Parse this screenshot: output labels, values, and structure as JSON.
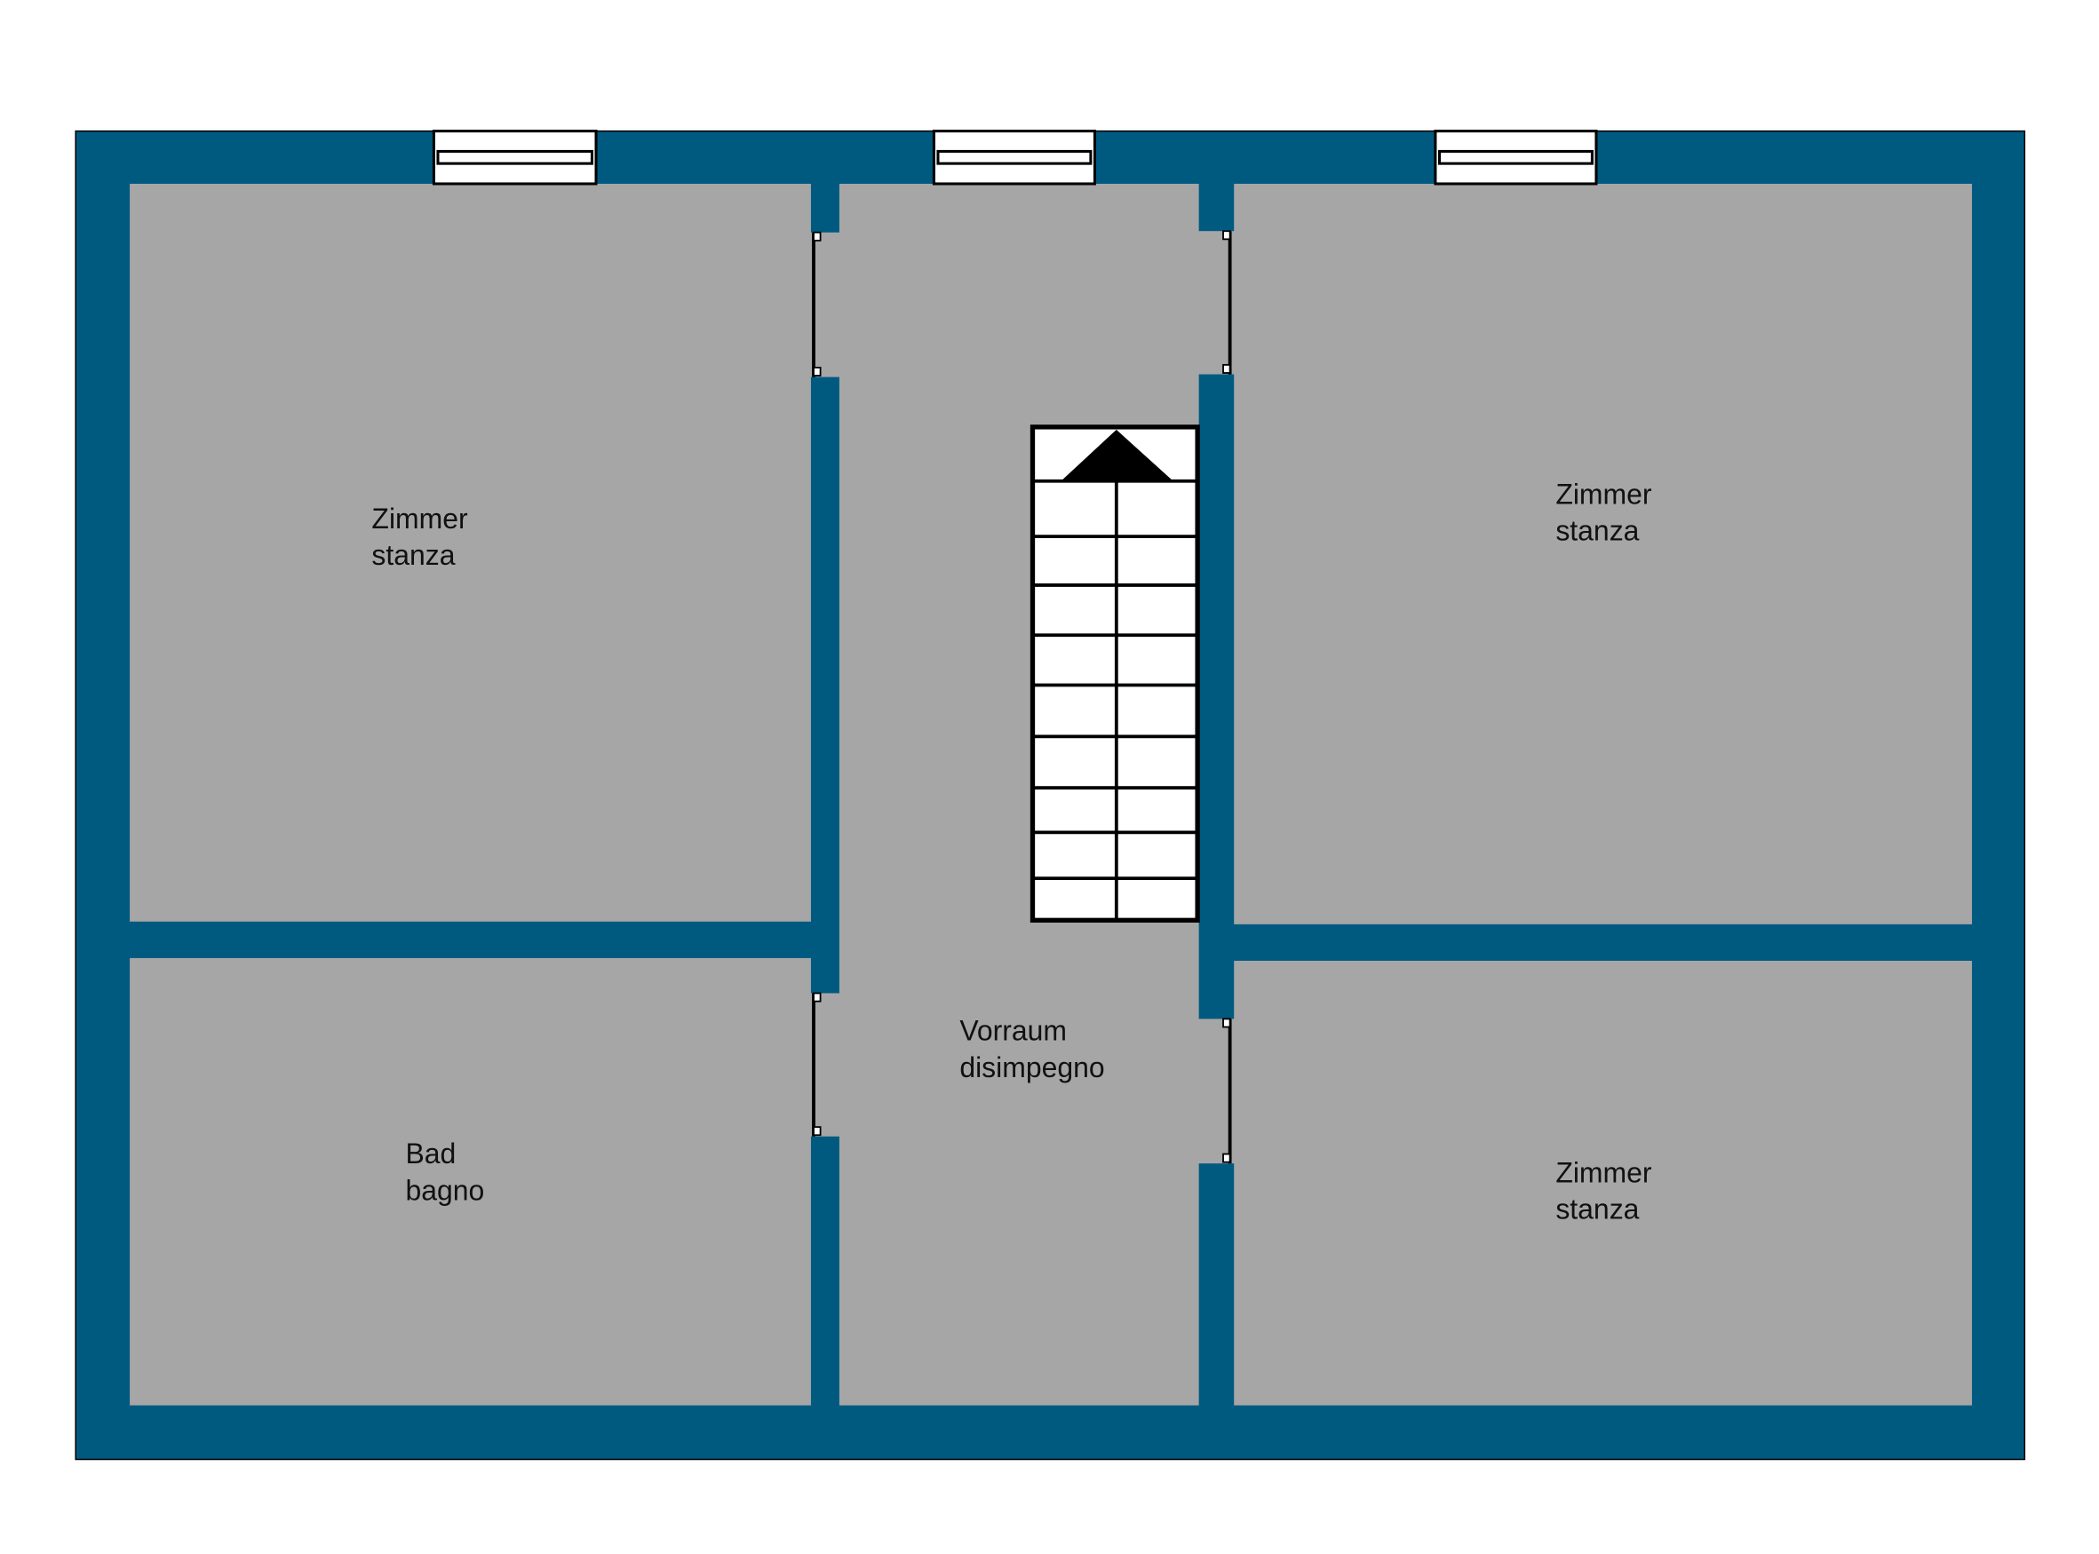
{
  "colors": {
    "wall": "#005a80",
    "floor": "#a6a6a6",
    "stair": "#ffffff",
    "line": "#000000"
  },
  "rooms": [
    {
      "id": "room-top-left",
      "line1": "Zimmer",
      "line2": "stanza"
    },
    {
      "id": "room-top-right",
      "line1": "Zimmer",
      "line2": "stanza"
    },
    {
      "id": "bathroom",
      "line1": "Bad",
      "line2": "bagno"
    },
    {
      "id": "hallway",
      "line1": "Vorraum",
      "line2": "disimpegno"
    },
    {
      "id": "room-bottom-right",
      "line1": "Zimmer",
      "line2": "stanza"
    }
  ]
}
